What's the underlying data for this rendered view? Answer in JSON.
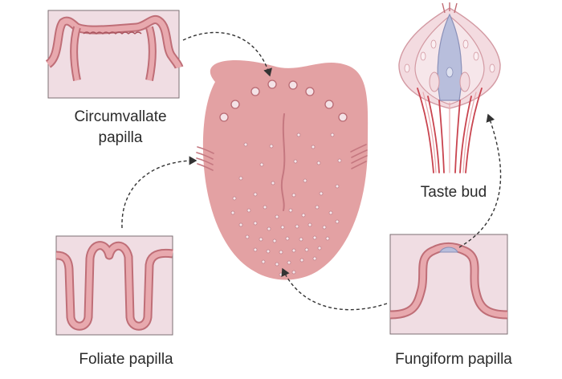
{
  "labels": {
    "circumvallate_line1": "Circumvallate",
    "circumvallate_line2": "papilla",
    "taste_bud": "Taste bud",
    "foliate": "Foliate papilla",
    "fungiform": "Fungiform papilla"
  },
  "colors": {
    "tongue": "#e3a1a3",
    "papilla_fill": "#f0dde3",
    "papilla_stroke": "#c16a73",
    "outline_stroke": "#a35560",
    "taste_bud_blue": "#b8bedc",
    "arrow": "#333333"
  }
}
